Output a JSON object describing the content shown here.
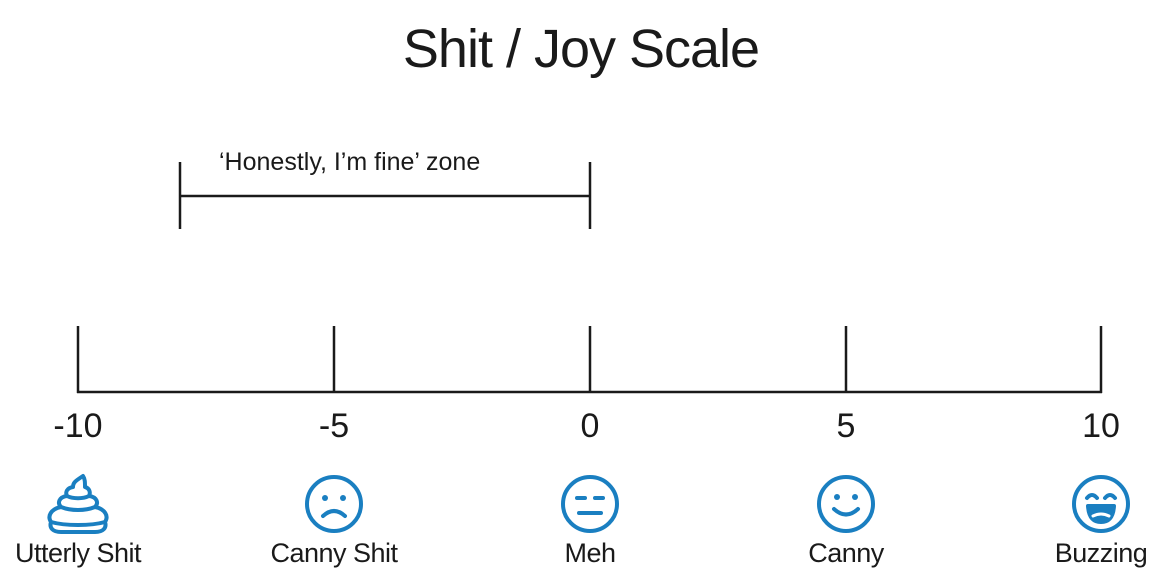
{
  "title": "Shit / Joy Scale",
  "accent_color": "#1a7fc1",
  "axis": {
    "min": -10,
    "max": 10,
    "ticks": [
      "-10",
      "-5",
      "0",
      "5",
      "10"
    ]
  },
  "zone": {
    "label": "‘Honestly, I’m fine’ zone",
    "from": -8,
    "to": 0
  },
  "points": [
    {
      "value": -10,
      "label": "Utterly Shit",
      "icon": "poop-icon"
    },
    {
      "value": -5,
      "label": "Canny Shit",
      "icon": "frowning-face-icon"
    },
    {
      "value": 0,
      "label": "Meh",
      "icon": "neutral-face-icon"
    },
    {
      "value": 5,
      "label": "Canny",
      "icon": "smiling-face-icon"
    },
    {
      "value": 10,
      "label": "Buzzing",
      "icon": "grinning-face-icon"
    }
  ]
}
